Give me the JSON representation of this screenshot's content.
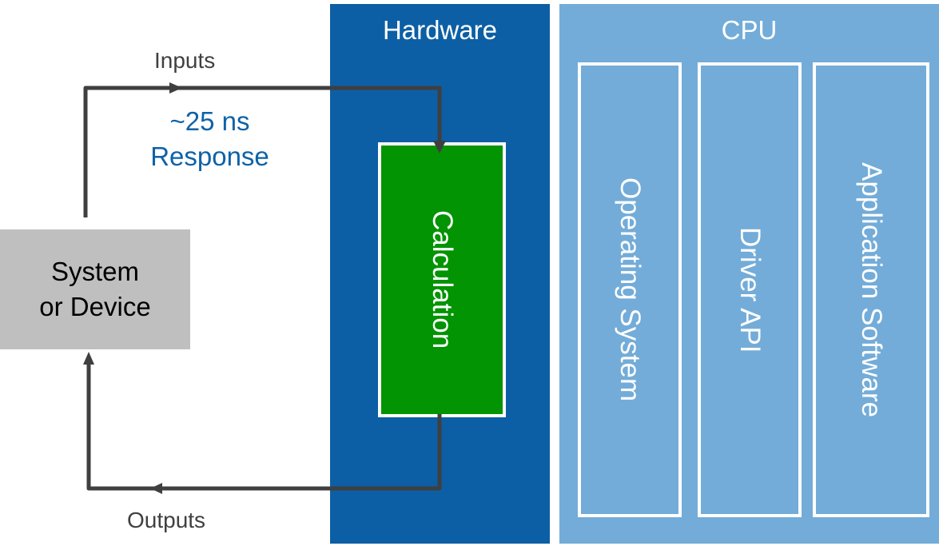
{
  "colors": {
    "hardware_panel": "#0c5fa4",
    "cpu_panel": "#73acd8",
    "calculation_box": "#029402",
    "system_box": "#bfbfbf",
    "wire": "#3f3f3f",
    "response_text": "#0e62a6"
  },
  "system_box": {
    "line1": "System",
    "line2": "or Device"
  },
  "inputs_label": "Inputs",
  "outputs_label": "Outputs",
  "response": {
    "line1": "~25 ns",
    "line2": "Response"
  },
  "hardware": {
    "title": "Hardware",
    "calculation": "Calculation"
  },
  "cpu": {
    "title": "CPU",
    "layers": [
      {
        "label": "Operating System"
      },
      {
        "label": "Driver API"
      },
      {
        "label": "Application Software"
      }
    ]
  }
}
